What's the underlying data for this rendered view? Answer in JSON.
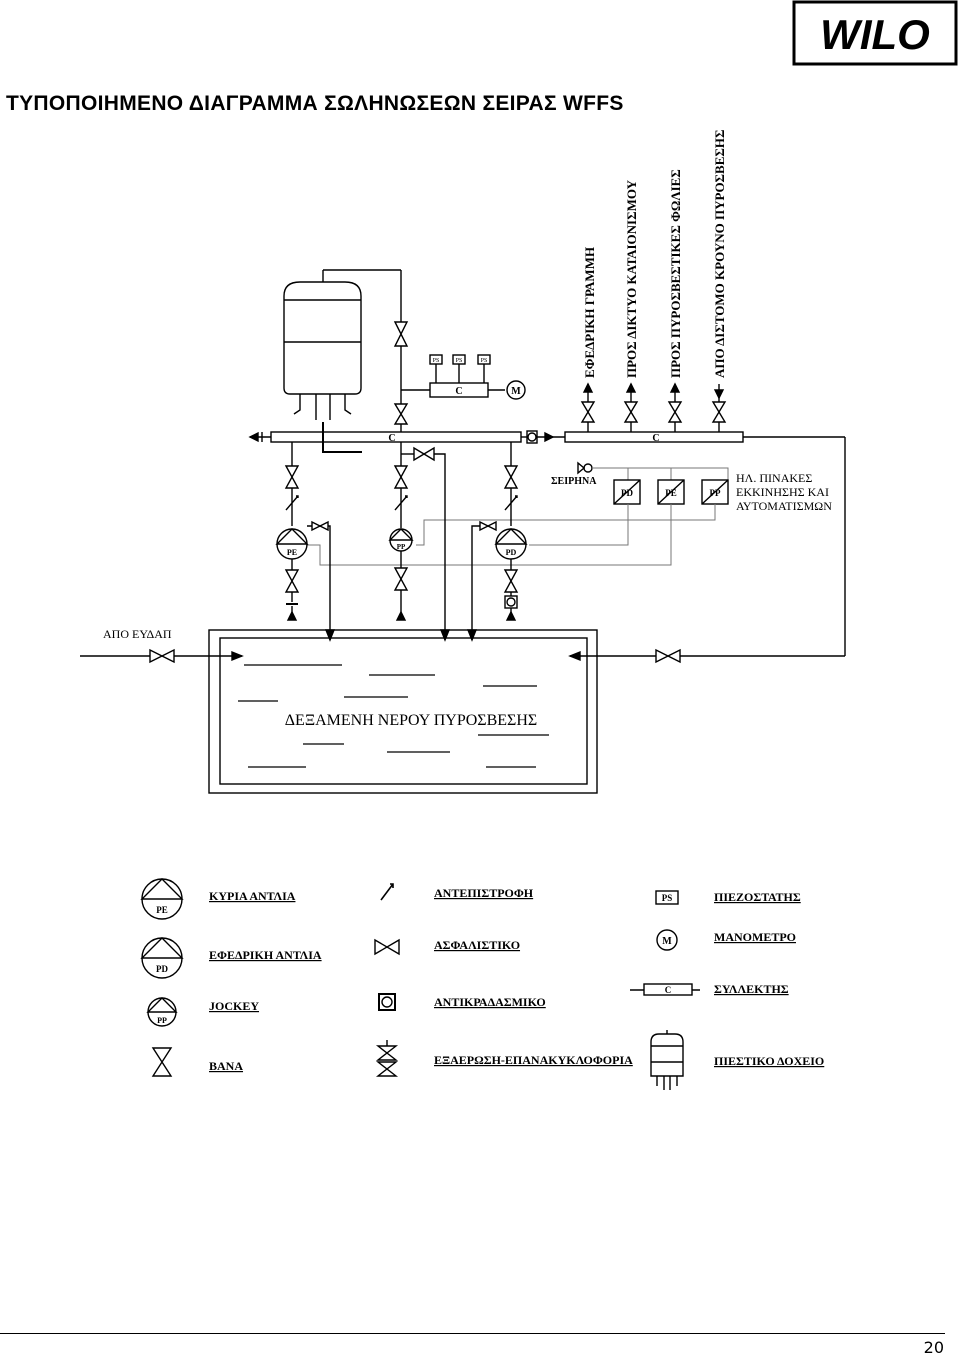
{
  "header": {
    "title": "ΤΥΠΟΠΟΙΗΜΕΝΟ ΔΙΑΓΡΑΜΜΑ ΣΩΛΗΝΩΣΕΩΝ ΣΕΙΡΑΣ WFFS",
    "logo_text": "WILO"
  },
  "diagram": {
    "vertical_labels": {
      "standby_line": "ΕΦΕΔΡΙΚΗ ΓΡΑΜΜΗ",
      "sprinkler_network": "ΠΡΟΣ ΔΙΚΤΥΟ ΚΑΤΑΙΟΝΙΣΜΟΥ",
      "hose_reels": "ΠΡΟΣ ΠΥΡΟΣΒΕΣΤΙΚΕΣ ΦΩΛΙΕΣ",
      "fire_brigade": "ΑΠΟ ΔΙΣΤΟΜΟ ΚΡΟΥΝΟ ΠΥΡΟΣΒΕΣΗΣ"
    },
    "siren_label": "ΣΕΙΡΗΝΑ",
    "panels_label": [
      "ΗΛ. ΠΙΝΑΚΕΣ",
      "ΕΚΚΙΝΗΣΗΣ ΚΑΙ",
      "ΑΥΤΟΜΑΤΙΣΜΩΝ"
    ],
    "water_supply_label": "ΑΠΟ ΕΥΔΑΠ",
    "tank_label": "ΔΕΞΑΜΕΝΗ ΝΕΡΟΥ ΠΥΡΟΣΒΕΣΗΣ",
    "collector_letter": "C",
    "manometer_letter": "M",
    "ps_labels": [
      "PS",
      "PS",
      "PS"
    ],
    "pump_labels": {
      "main": "PE",
      "jockey": "PP",
      "standby": "PD"
    },
    "panel_boxes": [
      "PD",
      "PE",
      "PP"
    ]
  },
  "legend": {
    "items": [
      {
        "symbol": "main-pump",
        "letter": "PE",
        "label": "ΚΥΡΙΑ ΑΝΤΛΙΑ"
      },
      {
        "symbol": "check-valve",
        "label": "ΑΝΤΕΠΙΣΤΡΟΦΗ"
      },
      {
        "symbol": "pressure-switch",
        "letter": "PS",
        "label": "ΠΙΕΖΟΣΤΑΤΗΣ"
      },
      {
        "symbol": "standby-pump",
        "letter": "PD",
        "label": "ΕΦΕΔΡΙΚΗ ΑΝΤΛΙΑ"
      },
      {
        "symbol": "safety-valve",
        "label": "ΑΣΦΑΛΙΣΤΙΚΟ"
      },
      {
        "symbol": "manometer",
        "letter": "M",
        "label": "ΜΑΝΟΜΕΤΡΟ"
      },
      {
        "symbol": "jockey-pump",
        "letter": "PP",
        "label": "JOCKEY"
      },
      {
        "symbol": "anti-vibration",
        "label": "ΑΝΤΙΚΡΑΔΑΣΜΙΚΟ"
      },
      {
        "symbol": "collector",
        "letter": "C",
        "label": "ΣΥΛΛΕΚΤΗΣ"
      },
      {
        "symbol": "valve",
        "label": "ΒΑΝΑ"
      },
      {
        "symbol": "bleed-recirculation",
        "label": "ΕΞΑΕΡΩΣΗ-ΕΠΑΝΑΚΥΚΛΟΦΟΡΙΑ"
      },
      {
        "symbol": "pressure-vessel",
        "label": "ΠΙΕΣΤΙΚΟ ΔΟΧΕΙΟ"
      }
    ]
  },
  "footer": {
    "page_number": "20"
  }
}
